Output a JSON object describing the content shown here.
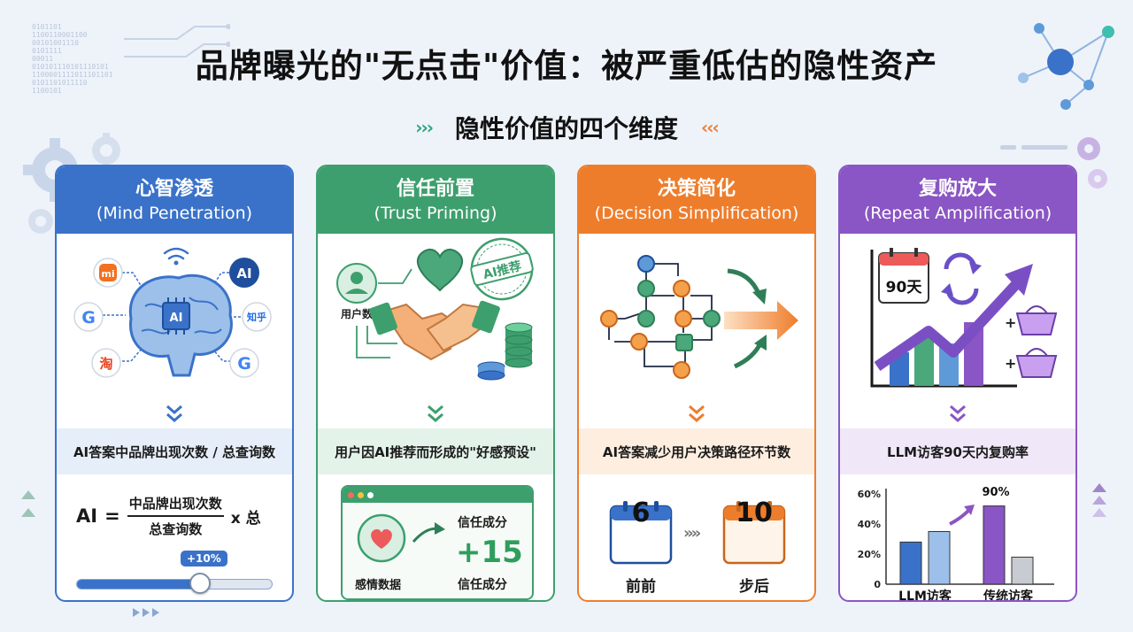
{
  "title": "品牌曝光的\"无点击\"价值：被严重低估的隐性资产",
  "subtitle": "隐性价值的四个维度",
  "decor": {
    "binary": "0101101\n1100110001100\n00101001110\n0101111\n00011\n010101110101110101\n1100001111011101101\n0101101011110\n1100101"
  },
  "colors": {
    "blue": "#3a72c9",
    "green": "#3d9f6d",
    "orange": "#ee7d2b",
    "purple": "#8a55c4"
  },
  "cards": [
    {
      "title_zh": "心智渗透",
      "title_en": "(Mind Penetration)",
      "icons": [
        "brain-chip-icon",
        "wifi-icon",
        "xiaomi-logo",
        "google-logo",
        "taobao-logo",
        "ai-badge",
        "zhihu-logo"
      ],
      "icon_labels": {
        "ai_chip": "AI",
        "ai_badge": "AI",
        "xiaomi": "mi",
        "google": "G",
        "taobao": "淘",
        "zhihu": "知乎"
      },
      "metric": "AI答案中品牌出现次数 / 总查询数",
      "formula": {
        "lhs": "AI",
        "eq": "=",
        "numerator": "中品牌出现次数",
        "denominator": "总查询数",
        "suffix": "x 总"
      },
      "slider": {
        "badge": "+10%",
        "value": 0.63
      }
    },
    {
      "title_zh": "信任前置",
      "title_en": "(Trust Priming)",
      "icons": [
        "user-icon",
        "heart-icon",
        "stamp-icon",
        "handshake-icon",
        "coins-icon"
      ],
      "user_label": "用户数",
      "stamp_label": "AI推荐",
      "metric": "用户因AI推荐而形成的\"好感预设\"",
      "emotion_label": "感情数据",
      "trust_top": "信任成分",
      "trust_value": "+15",
      "trust_bottom": "信任成分"
    },
    {
      "title_zh": "决策简化",
      "title_en": "(Decision Simplification)",
      "icons": [
        "flowchart-icon",
        "curved-arrow-icon",
        "forward-arrow-icon"
      ],
      "metric": "AI答案减少用户决策路径环节数",
      "before": {
        "num": "6",
        "label": "前前"
      },
      "after": {
        "num": "10",
        "label": "步后"
      }
    },
    {
      "title_zh": "复购放大",
      "title_en": "(Repeat Amplification)",
      "icons": [
        "calendar-icon",
        "refresh-icon",
        "growth-arrow-icon",
        "basket-icon"
      ],
      "calendar_label": "90天",
      "plus": "+",
      "metric": "LLM访客90天内复购率",
      "chart_data": {
        "type": "bar",
        "categories": [
          "LLM访客",
          "传统访客"
        ],
        "series": [
          {
            "values": [
              28,
              52
            ]
          },
          {
            "values": [
              35,
              18
            ]
          }
        ],
        "y_ticks": [
          "60%",
          "40%",
          "20%",
          "0"
        ],
        "ylim": [
          0,
          60
        ],
        "annotation": "90%",
        "colors": [
          "#3a72c9",
          "#9cc0ea",
          "#8a55c4",
          "#c8ccd2"
        ]
      }
    }
  ]
}
